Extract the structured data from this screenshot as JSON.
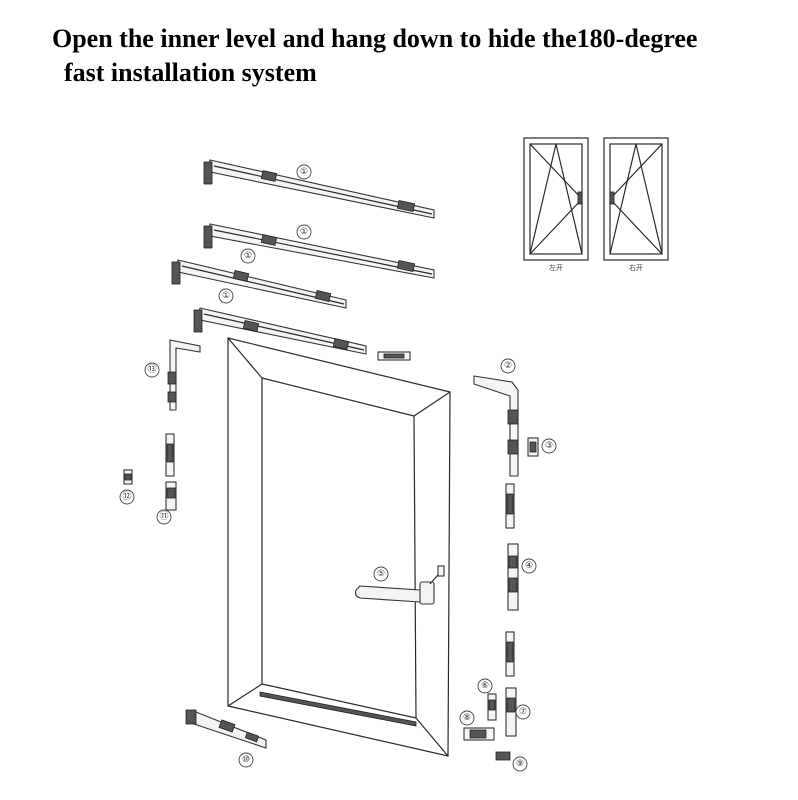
{
  "title": {
    "line1": "Open the inner level and hang down to hide the180-degree",
    "line2": "fast installation system"
  },
  "callouts": {
    "c1a": "①",
    "c1b": "①",
    "c1c": "①",
    "c1d": "①",
    "c2": "②",
    "c3": "③",
    "c4": "④",
    "c5": "⑤",
    "c6": "⑥",
    "c7": "⑦",
    "c8": "⑧",
    "c9": "⑨",
    "c10": "⑩",
    "c11": "⑪",
    "c12": "⑫",
    "c13": "⑬"
  },
  "thumbnails": {
    "left_caption": "左开",
    "right_caption": "右开"
  }
}
